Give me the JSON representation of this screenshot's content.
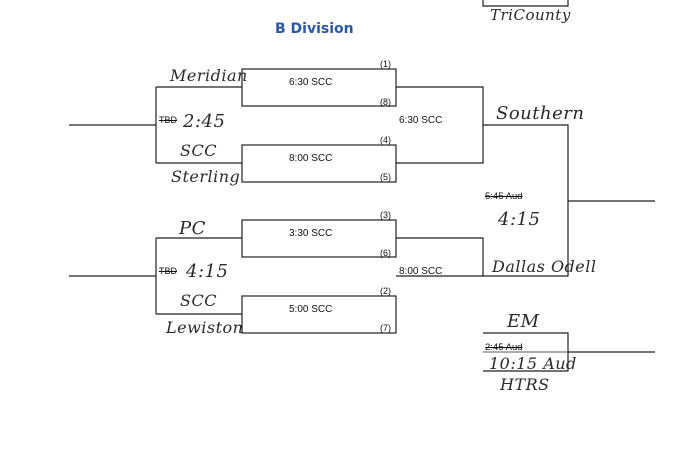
{
  "title": "B Division",
  "top_partial_text": "TriCounty",
  "bracket": {
    "round1": [
      {
        "time": "6:30 SCC",
        "seed_top": "(1)",
        "seed_bottom": "(8)"
      },
      {
        "time": "8:00 SCC",
        "seed_top": "(4)",
        "seed_bottom": "(5)"
      },
      {
        "time": "3:30 SCC",
        "seed_top": "(3)",
        "seed_bottom": "(6)"
      },
      {
        "time": "5:00 SCC",
        "seed_top": "(2)",
        "seed_bottom": "(7)"
      }
    ],
    "semi_top_time": "6:30 SCC",
    "semi_bottom_time": "8:00 SCC",
    "final_time_struck": "5:45 Aud",
    "consolation_time_struck": "2:45 Aud",
    "left_tbd_top": "TBD",
    "left_tbd_bottom": "TBD"
  },
  "handwriting": {
    "meridian": "Meridian",
    "time_245": "2:45",
    "scc_1": "SCC",
    "sterling": "Sterling",
    "pc": "PC",
    "time_415_left": "4:15",
    "scc_2": "SCC",
    "lewiston": "Lewiston",
    "southern": "Southern",
    "time_415_right": "4:15",
    "dallas_odell": "Dallas Odell",
    "em": "EM",
    "time_1015": "10:15 Aud",
    "htrs": "HTRS"
  }
}
